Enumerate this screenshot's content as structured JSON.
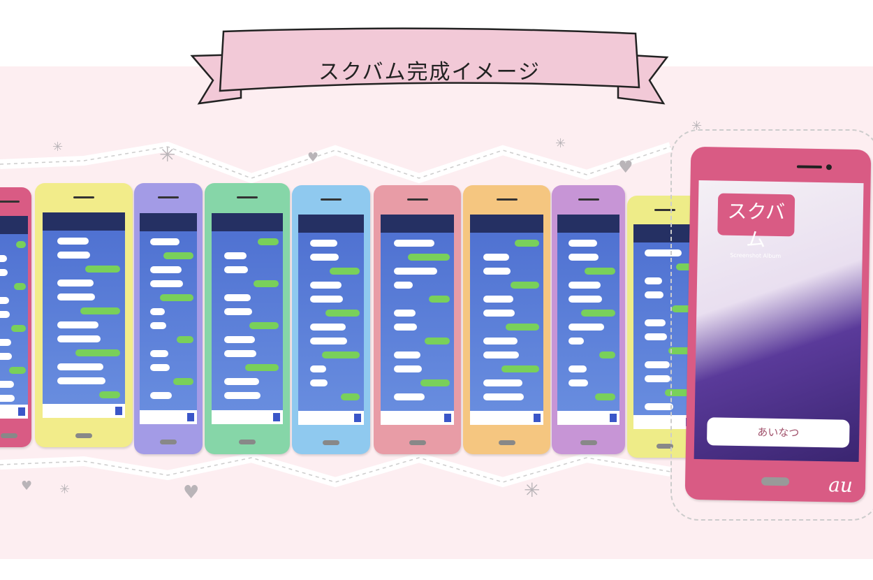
{
  "banner": {
    "title": "スクバム完成イメージ"
  },
  "featured_phone": {
    "logo": "スクバム",
    "logo_sub": "Screenshot Album",
    "caption": "あいなつ",
    "brand": "au",
    "color": "#d95b84"
  },
  "album_pages": [
    {
      "color": "#d95b84"
    },
    {
      "color": "#f2ec8a"
    },
    {
      "color": "#a39be6"
    },
    {
      "color": "#86d6a8"
    },
    {
      "color": "#8fc9ef"
    },
    {
      "color": "#e89ca6"
    },
    {
      "color": "#f5c680"
    },
    {
      "color": "#c795d6"
    },
    {
      "color": "#eeec88"
    }
  ]
}
